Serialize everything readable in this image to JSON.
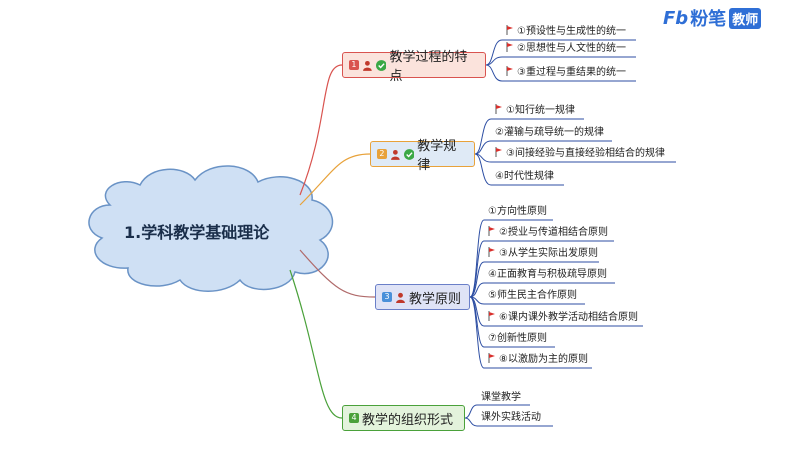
{
  "logo": {
    "mark": "Fb",
    "brand": "粉笔",
    "tag": "教师"
  },
  "root": {
    "title": "1.学科教学基础理论"
  },
  "branches": [
    {
      "num": "1",
      "title": "教学过程的特点",
      "items": [
        "①预设性与生成性的统一",
        "②思想性与人文性的统一",
        "③重过程与重结果的统一"
      ]
    },
    {
      "num": "2",
      "title": "教学规律",
      "items": [
        "①知行统一规律",
        "②灌输与疏导统一的规律",
        "③间接经验与直接经验相结合的规律",
        "④时代性规律"
      ]
    },
    {
      "num": "3",
      "title": "教学原则",
      "items": [
        "①方向性原则",
        "②授业与传道相结合原则",
        "③从学生实际出发原则",
        "④正面教育与积极疏导原则",
        "⑤师生民主合作原则",
        "⑥课内课外教学活动相结合原则",
        "⑦创新性原则",
        "⑧以激励为主的原则"
      ]
    },
    {
      "num": "4",
      "title": "教学的组织形式",
      "items": [
        "课堂教学",
        "课外实践活动"
      ]
    }
  ],
  "colors": {
    "b1": "#d9534f",
    "b1_bg": "#fbe3dc",
    "b2": "#e8a23a",
    "b2_bg": "#dfeaf6",
    "b3": "#6a7fc8",
    "b3_bg": "#dfe3f6",
    "b4": "#4aa13a",
    "b4_bg": "#e3f3dc",
    "cloud_fill": "#cfe0f4",
    "cloud_stroke": "#6a93c6",
    "leaf_line": "#2d4ea3",
    "flag": "#d9302c"
  }
}
